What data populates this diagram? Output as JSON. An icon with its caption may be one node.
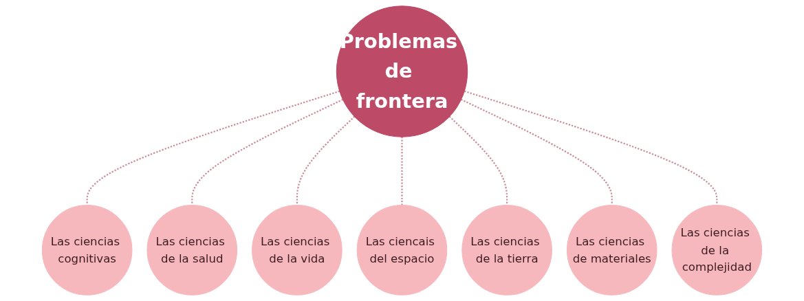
{
  "diagram": {
    "nodes": [
      {
        "text": [
          "Problemas de frontera"
        ]
      },
      {
        "text": [
          "Las ciencias cognitivas"
        ]
      },
      {
        "text": [
          "Las ciencias de la salud"
        ]
      },
      {
        "text": [
          "Las ciencias de la vida"
        ]
      },
      {
        "text": [
          "Las ciencais del espacio"
        ]
      },
      {
        "text": [
          "Las ciencias de la tierra"
        ]
      },
      {
        "text": [
          "Las ciencias de materiales"
        ]
      },
      {
        "text": [
          "Las ciencias de la complejidad"
        ]
      }
    ],
    "edges": [
      {
        "from": 0,
        "to": 1,
        "arrow": "none",
        "style": "dashed"
      },
      {
        "from": 0,
        "to": 2,
        "arrow": "none",
        "style": "dashed"
      },
      {
        "from": 0,
        "to": 3,
        "arrow": "none",
        "style": "dashed"
      },
      {
        "from": 0,
        "to": 4,
        "arrow": "none",
        "style": "dashed"
      },
      {
        "from": 0,
        "to": 5,
        "arrow": "none",
        "style": "dashed"
      },
      {
        "from": 0,
        "to": 6,
        "arrow": "none",
        "style": "dashed"
      },
      {
        "from": 0,
        "to": 7,
        "arrow": "none",
        "style": "dashed"
      }
    ]
  }
}
